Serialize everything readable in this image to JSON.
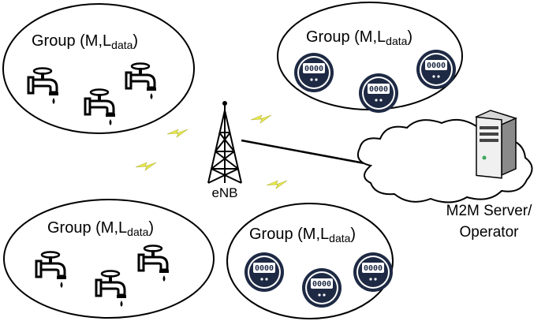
{
  "groups": [
    {
      "label_prefix": "Group (M,L",
      "label_sub": "data",
      "label_suffix": ")",
      "device_type": "water-tap"
    },
    {
      "label_prefix": "Group (M,L",
      "label_sub": "data",
      "label_suffix": ")",
      "device_type": "electric-meter"
    },
    {
      "label_prefix": "Group (M,L",
      "label_sub": "data",
      "label_suffix": ")",
      "device_type": "water-tap"
    },
    {
      "label_prefix": "Group (M,L",
      "label_sub": "data",
      "label_suffix": ")",
      "device_type": "electric-meter"
    }
  ],
  "base_station": {
    "label": "eNB",
    "icon": "cell-tower-icon"
  },
  "server": {
    "label_line1": "M2M Server/",
    "label_line2": "Operator",
    "icon": "server-icon"
  },
  "meter_display": "0000",
  "colors": {
    "stroke": "#000000",
    "lightning": "#e8e84a",
    "meter_body": "#1e2a44"
  }
}
